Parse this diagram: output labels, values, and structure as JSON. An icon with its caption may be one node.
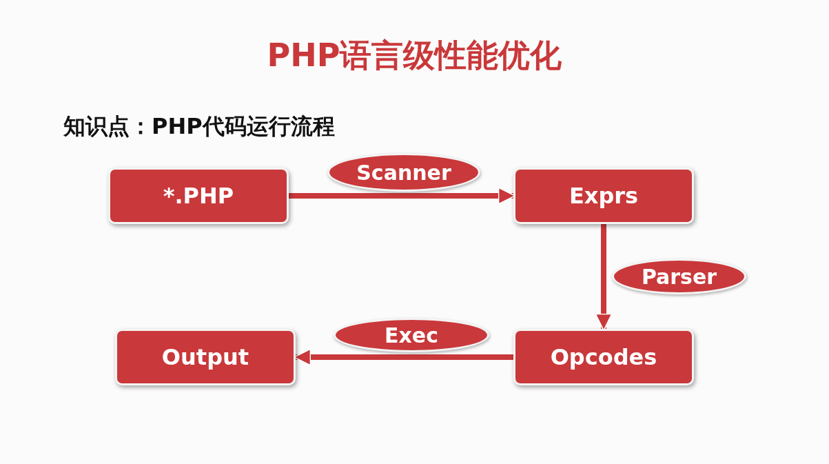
{
  "diagram": {
    "title": "PHP语言级性能优化",
    "nodes": [
      {
        "text": [
          "*.PHP"
        ]
      },
      {
        "text": [
          "Exprs"
        ]
      },
      {
        "text": [
          "Opcodes"
        ]
      },
      {
        "text": [
          "Output"
        ]
      }
    ],
    "edges": [
      {
        "from": 0,
        "to": 1,
        "arrow": "to",
        "label": "Scanner"
      },
      {
        "from": 1,
        "to": 2,
        "arrow": "to",
        "label": "Parser"
      },
      {
        "from": 2,
        "to": 3,
        "arrow": "to",
        "label": "Exec"
      }
    ],
    "labels": [
      "知识点：PHP代码运行流程"
    ]
  }
}
